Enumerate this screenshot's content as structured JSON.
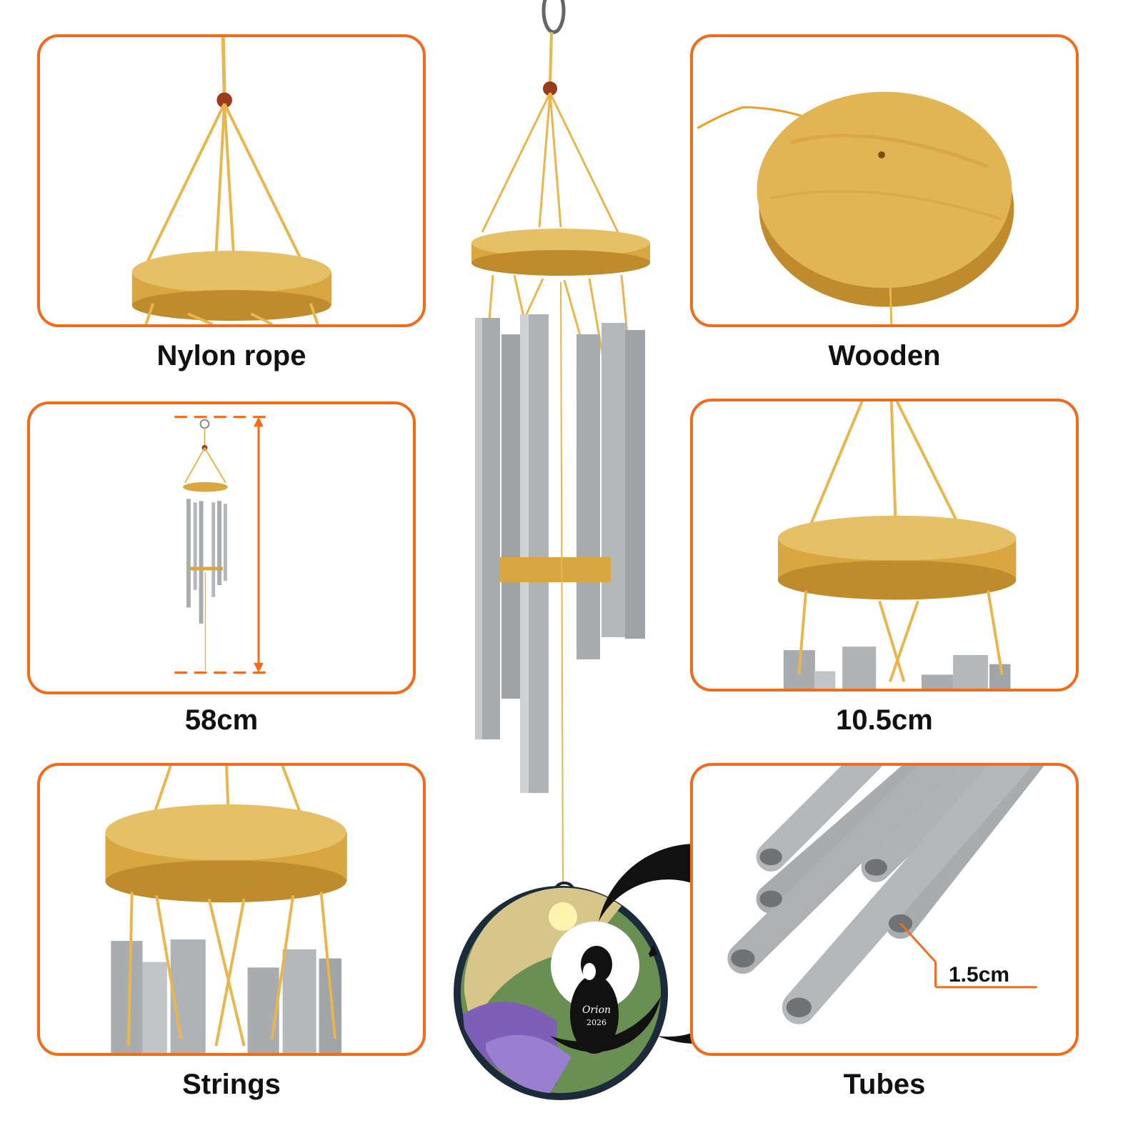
{
  "colors": {
    "accent_border": "#f26a1b",
    "wood": "#e2b554",
    "wood_dark": "#b98a2e",
    "rope": "#e8b64c",
    "tube": "#a8acaf",
    "tube_light": "#cfd2d4"
  },
  "panels": {
    "nylon_rope": {
      "caption": "Nylon rope",
      "icon": "rope-hanger-icon"
    },
    "wooden": {
      "caption": "Wooden",
      "icon": "wooden-disc-icon"
    },
    "height": {
      "caption": "58cm",
      "icon": "full-chime-measure-icon"
    },
    "diameter": {
      "caption": "10.5cm",
      "icon": "wood-top-diameter-icon"
    },
    "strings": {
      "caption": "Strings",
      "icon": "strings-closeup-icon"
    },
    "tubes": {
      "caption": "Tubes",
      "icon": "tubes-closeup-icon",
      "tube_diameter_label": "1.5cm"
    }
  },
  "pendant": {
    "name": "Orion",
    "year": "2026"
  }
}
